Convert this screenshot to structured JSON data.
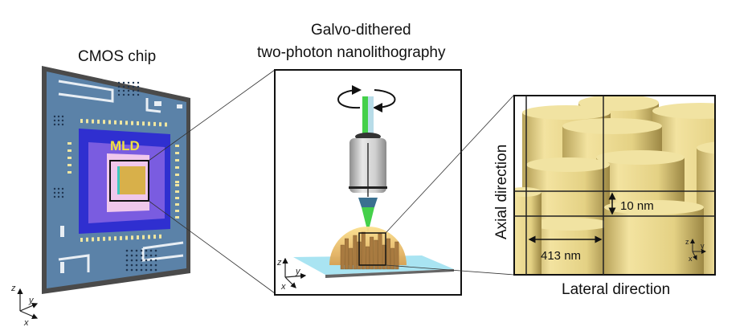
{
  "panels": {
    "chip": {
      "title": "CMOS chip",
      "region_label": "MLD",
      "axes": {
        "z": "z",
        "y": "y",
        "x": "x"
      }
    },
    "lithography": {
      "title_line1": "Galvo-dithered",
      "title_line2": "two-photon nanolithography",
      "axes": {
        "z": "z",
        "y": "y",
        "x": "x"
      }
    },
    "detail": {
      "axial_label": "Axial direction",
      "lateral_label": "Lateral direction",
      "axial_dimension": "10 nm",
      "lateral_dimension": "413 nm",
      "axes": {
        "z": "z",
        "y": "y",
        "x": "x"
      }
    }
  },
  "colors": {
    "chip_body": "#5b82a8",
    "chip_frame": "#4a4a4a",
    "mld_outer": "#2f2fd0",
    "mld_mid": "#7a5ce0",
    "mld_inner": "#f0c8ec",
    "mld_text": "#f0e040",
    "pillar": "#e8d68a",
    "beam": "#44d04a",
    "droplet": "#f5c86a",
    "substrate": "#a9e4f2"
  }
}
